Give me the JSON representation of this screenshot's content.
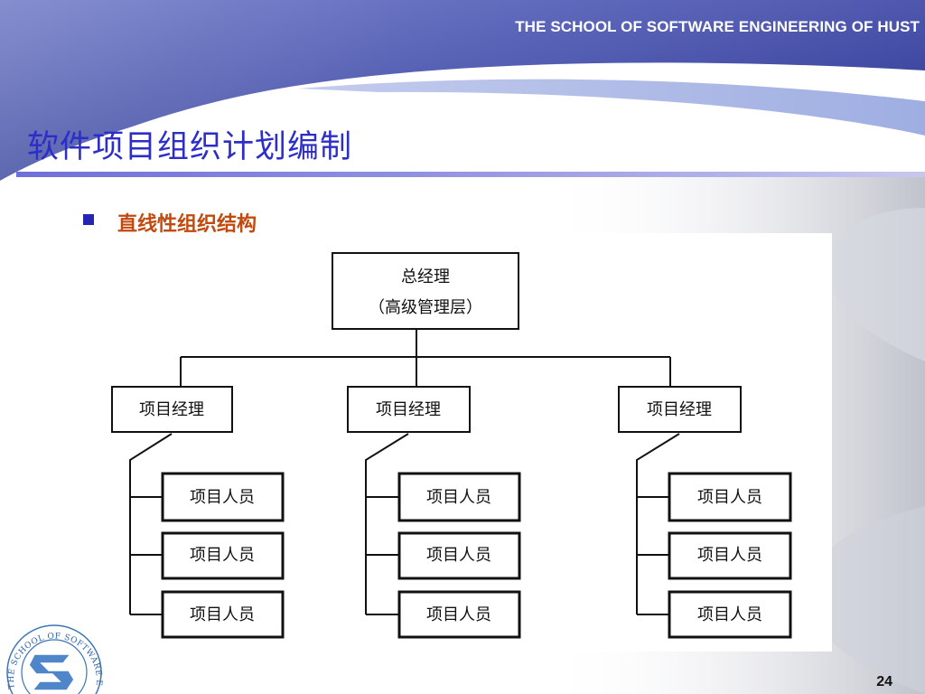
{
  "header": {
    "school_name": "THE SCHOOL OF SOFTWARE ENGINEERING OF HUST"
  },
  "slide": {
    "title": "软件项目组织计划编制",
    "bullet": "直线性组织结构",
    "page_number": "24"
  },
  "org_chart": {
    "top": {
      "line1": "总经理",
      "line2": "（高级管理层）"
    },
    "branches": [
      {
        "manager": "项目经理",
        "staff": [
          "项目人员",
          "项目人员",
          "项目人员"
        ]
      },
      {
        "manager": "项目经理",
        "staff": [
          "项目人员",
          "项目人员",
          "项目人员"
        ]
      },
      {
        "manager": "项目经理",
        "staff": [
          "项目人员",
          "项目人员",
          "项目人员"
        ]
      }
    ]
  },
  "logo": {
    "ring_text": "THE SCHOOL OF SOFTWARE ENGINEERING HUST",
    "icon": "school-logo-icon"
  },
  "colors": {
    "header_blue": "#3a43a8",
    "title_blue": "#2d2ec8",
    "bullet_orange": "#c24a0e",
    "bullet_square": "#2424b5"
  }
}
